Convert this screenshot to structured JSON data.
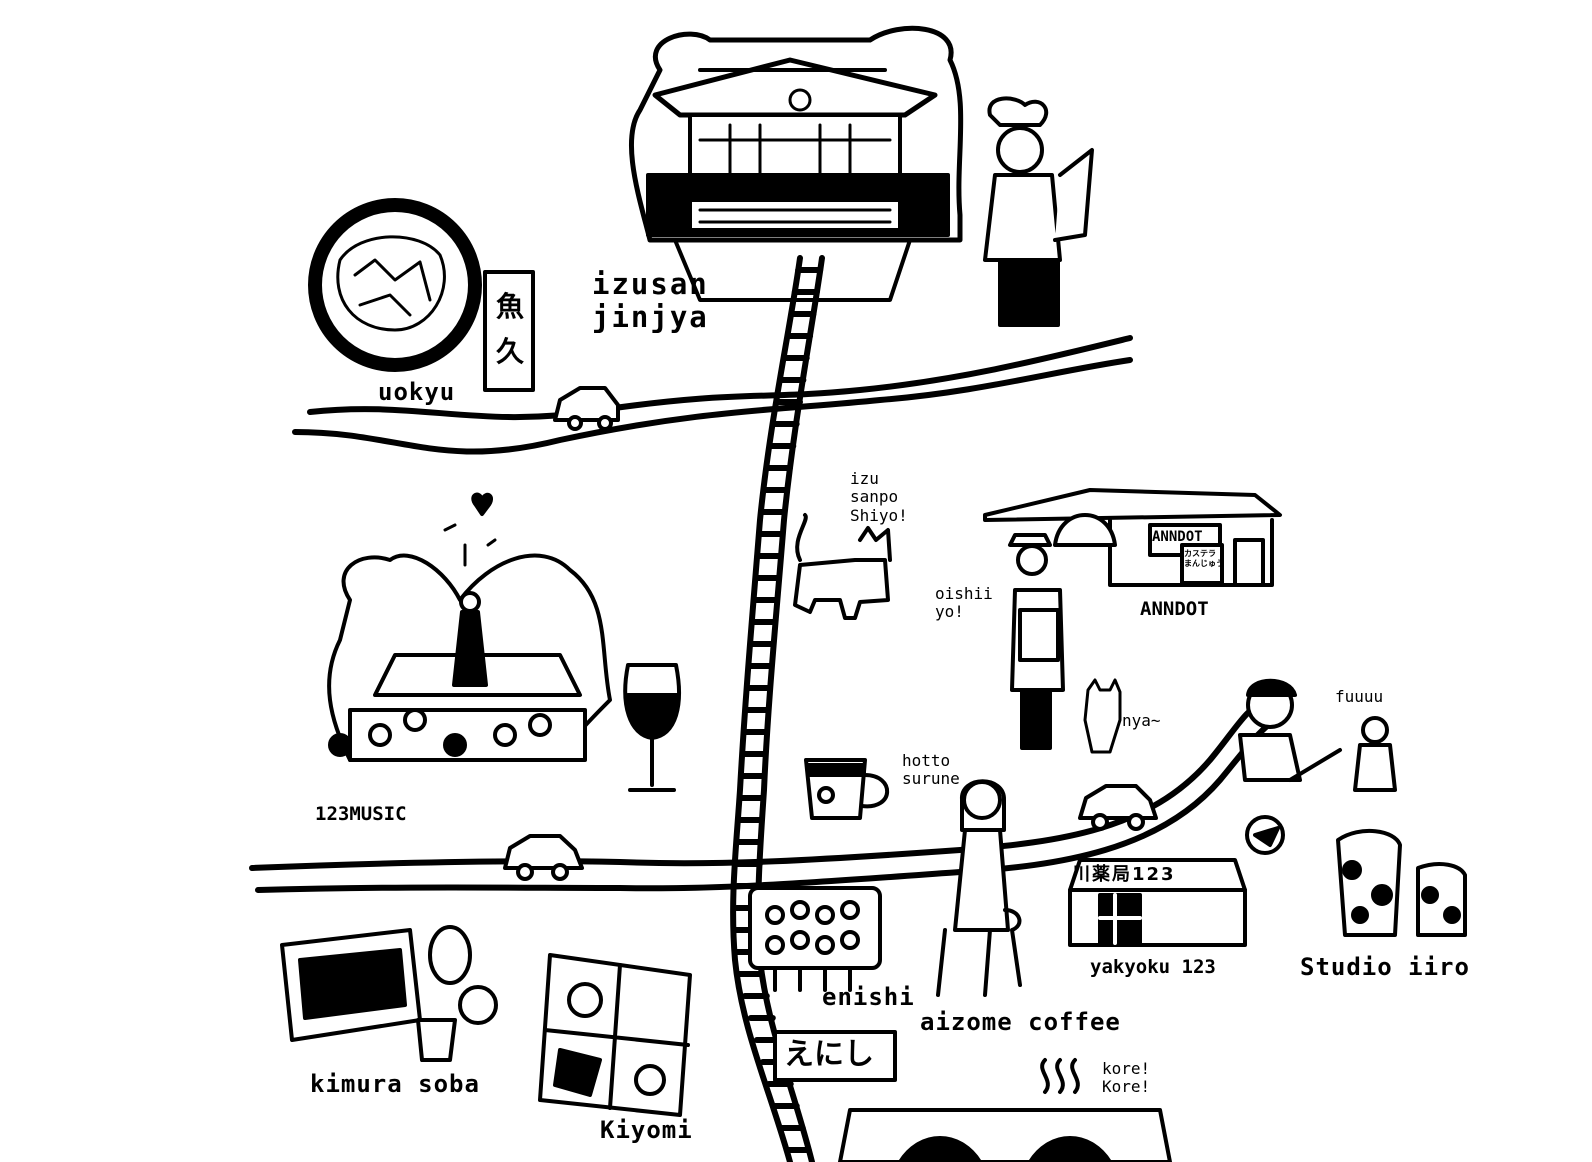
{
  "map": {
    "places": {
      "shrine": "izusan\njinjya",
      "uokyu": "uokyu",
      "uokyu_sign": "魚久",
      "music": "123MUSIC",
      "anndot": "ANNDOT",
      "anndot_shop_sign": "ANNDOT",
      "anndot_window": "カステラ\nまんじゅう",
      "yakyoku": "yakyoku 123",
      "yakyoku_sign": "川薬局123",
      "studio": "Studio iiro",
      "kimura": "kimura soba",
      "kiyomi": "Kiyomi",
      "enishi": "enishi",
      "enishi_sign": "えにし",
      "aizome": "aizome coffee"
    },
    "speech": {
      "cat": "izu\nsanpo\nShiyo!",
      "baker": "oishii\nyo!",
      "kitten": "nya~",
      "coffee": "hotto\nsurune",
      "glassblower": "fuuuu",
      "onsen": "kore!\nKore!"
    },
    "colors": {
      "ink": "#000000",
      "paper": "#ffffff"
    }
  }
}
